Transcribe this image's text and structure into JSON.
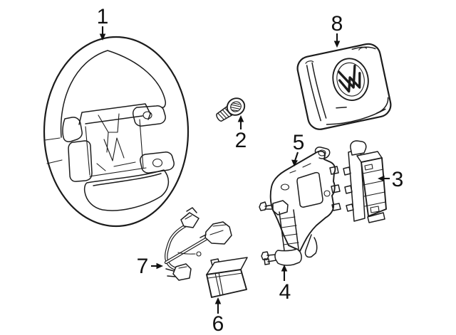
{
  "diagram": {
    "kind": "exploded-parts-line-drawing",
    "background_color": "#ffffff",
    "line_color": "#1c1c1c",
    "callout_color": "#111111",
    "emblem_icon": "vw-logo",
    "parts": [
      {
        "label": "1",
        "name": "steering-wheel"
      },
      {
        "label": "2",
        "name": "screw"
      },
      {
        "label": "3",
        "name": "side-module"
      },
      {
        "label": "4",
        "name": "lower-mount-stud"
      },
      {
        "label": "5",
        "name": "mounting-bracket"
      },
      {
        "label": "6",
        "name": "control-module"
      },
      {
        "label": "7",
        "name": "wiring-harness"
      },
      {
        "label": "8",
        "name": "airbag-cover"
      }
    ]
  }
}
